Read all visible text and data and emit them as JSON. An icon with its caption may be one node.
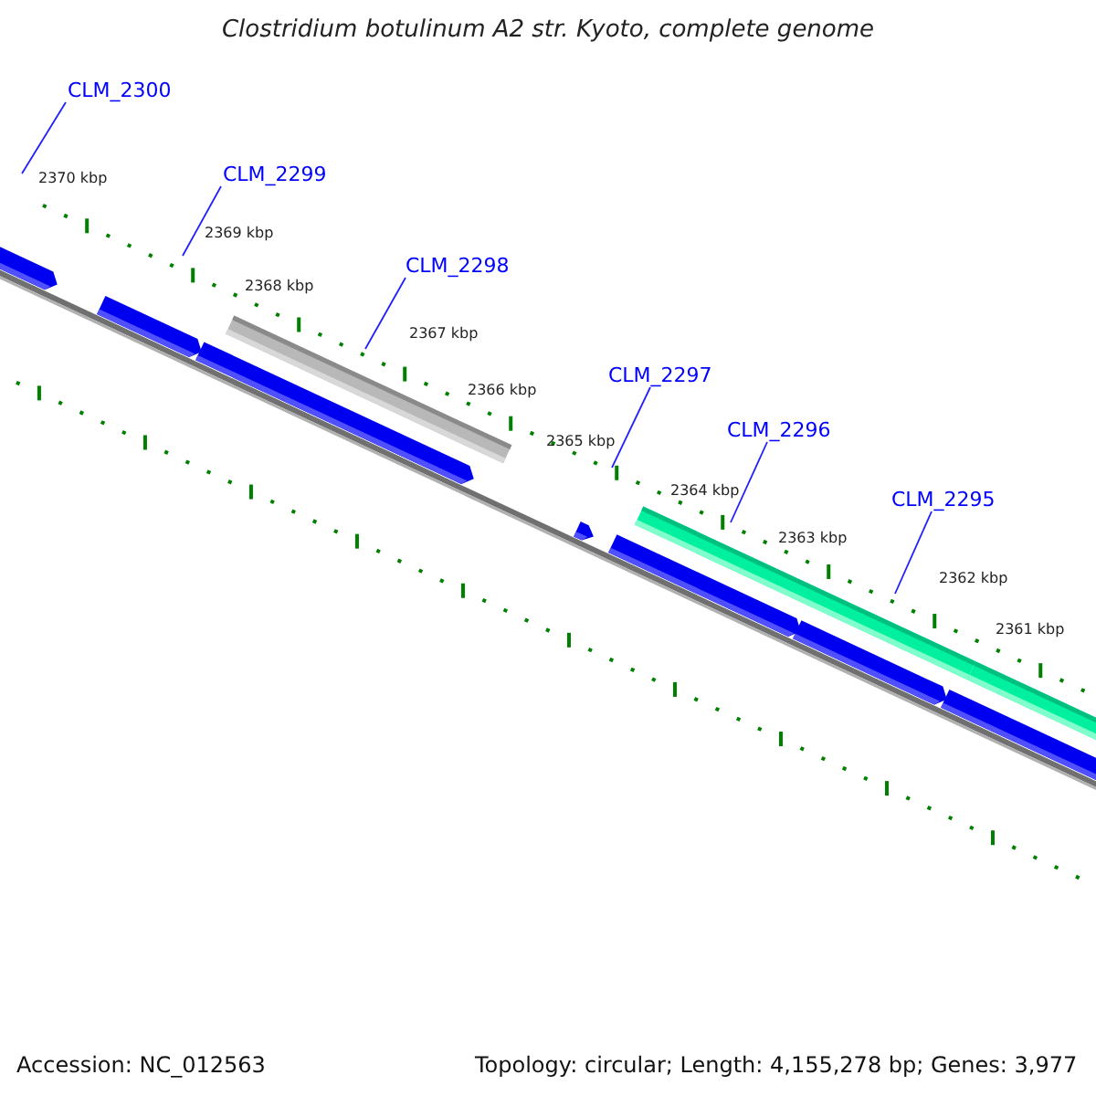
{
  "diagram": {
    "title": "Clostridium botulinum A2 str. Kyoto, complete genome",
    "nodes": [
      {
        "text": [
          "CLM_2300"
        ]
      },
      {
        "text": [
          "CLM_2299"
        ]
      },
      {
        "text": [
          "CLM_2298"
        ]
      },
      {
        "text": [
          "CLM_2297"
        ]
      },
      {
        "text": [
          "CLM_2296"
        ]
      },
      {
        "text": [
          "CLM_2295"
        ]
      }
    ],
    "edges": [
      {
        "from": 0,
        "to": null,
        "arrow": "none"
      },
      {
        "from": 1,
        "to": null,
        "arrow": "none"
      },
      {
        "from": 2,
        "to": null,
        "arrow": "none"
      },
      {
        "from": 3,
        "to": null,
        "arrow": "none"
      },
      {
        "from": 4,
        "to": null,
        "arrow": "none"
      },
      {
        "from": 5,
        "to": null,
        "arrow": "none"
      }
    ],
    "labels": [
      "2370 kbp",
      "2369 kbp",
      "2368 kbp",
      "2367 kbp",
      "2366 kbp",
      "2365 kbp",
      "2364 kbp",
      "2363 kbp",
      "2362 kbp",
      "2361 kbp",
      "Accession: NC_012563",
      "Topology: circular; Length: 4,155,278 bp; Genes: 3,977"
    ]
  }
}
